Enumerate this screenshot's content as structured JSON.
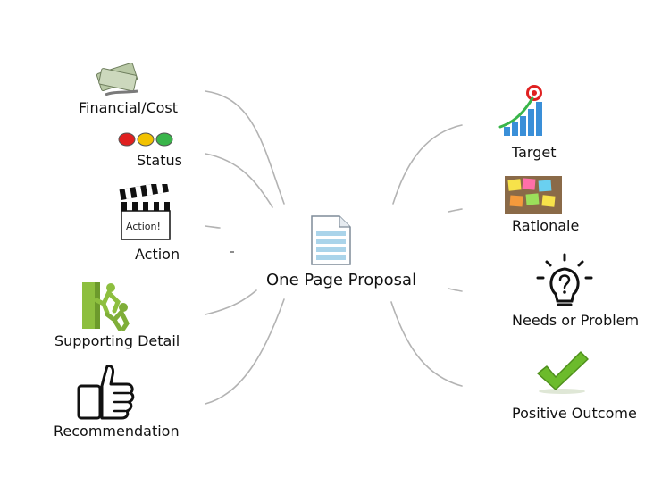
{
  "center": {
    "label": "One Page Proposal",
    "icon": "document-icon"
  },
  "left_nodes": [
    {
      "label": "Financial/Cost",
      "icon": "money-icon"
    },
    {
      "label": "Status",
      "icon": "traffic-lights-icon"
    },
    {
      "label": "Action",
      "icon": "clapperboard-icon",
      "icon_text": "Action!"
    },
    {
      "label": "Supporting Detail",
      "icon": "climbing-figures-icon"
    },
    {
      "label": "Recommendation",
      "icon": "thumbs-up-icon"
    }
  ],
  "right_nodes": [
    {
      "label": "Target",
      "icon": "target-growth-icon"
    },
    {
      "label": "Rationale",
      "icon": "sticky-notes-icon"
    },
    {
      "label": "Needs or Problem",
      "icon": "lightbulb-question-icon"
    },
    {
      "label": "Positive Outcome",
      "icon": "checkmark-icon"
    }
  ],
  "colors": {
    "link": "#b3b3b3",
    "status_red": "#e02020",
    "status_yellow": "#f2c200",
    "status_green": "#39b54a",
    "check_green": "#6cbb2c",
    "target_blue": "#3a8fd8"
  }
}
